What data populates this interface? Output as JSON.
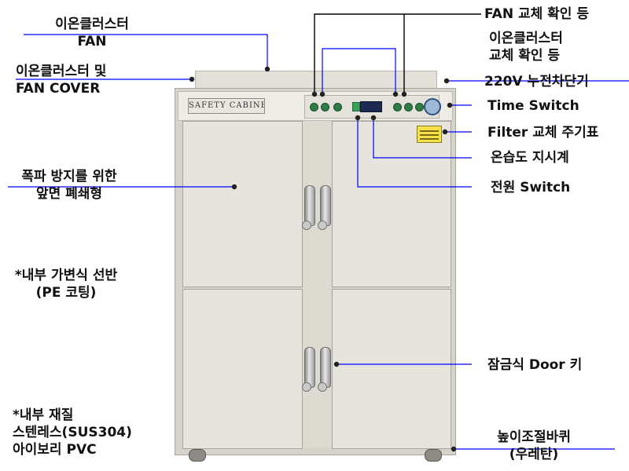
{
  "cabinet": {
    "nameplate": "SAFETY CABINET"
  },
  "labels": {
    "ion_fan": [
      "이온클러스터",
      "FAN"
    ],
    "ion_fan_cover": [
      "이온클러스터 및",
      "FAN COVER"
    ],
    "explosion_front": [
      "폭파 방지를 위한",
      "앞면 폐쇄형"
    ],
    "inner_shelf": [
      "*내부 가변식 선반",
      "(PE 코팅)"
    ],
    "inner_material": [
      "*내부 재질",
      "스텐레스(SUS304)",
      "아이보리 PVC"
    ],
    "fan_replace_lamp": "FAN 교체 확인 등",
    "ion_replace_lamp": [
      "이온클러스터",
      "교체 확인 등"
    ],
    "breaker": "220V 누전차단기",
    "time_switch": "Time Switch",
    "filter_chart": "Filter 교체 주기표",
    "thermo_hygrometer": "온습도 지시계",
    "power_switch": "전원 Switch",
    "door_lock": "잠금식 Door 키",
    "caster": [
      "높이조절바퀴",
      "(우레탄)"
    ]
  },
  "colors": {
    "leader_line": "#0000ff",
    "callout_line": "#000000",
    "cabinet_body": "#d6d3ca",
    "door_panel": "#e6e4dd"
  }
}
